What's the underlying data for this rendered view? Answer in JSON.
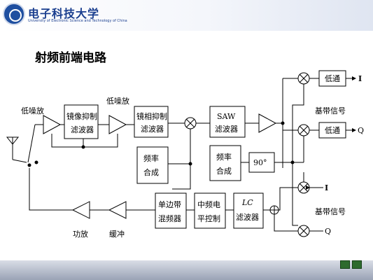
{
  "header": {
    "university_cn": "电子科技大学",
    "university_en": "University of Electronic Science and Technology of China"
  },
  "title": "射频前端电路",
  "blocks": {
    "low_noise_amp_1": "低噪放",
    "image_reject_filter": [
      "镜像抑制",
      "滤波器"
    ],
    "low_noise_amp_2": "低噪放",
    "image_reject_filter_2": [
      "镜相抑制",
      "滤波器"
    ],
    "saw_filter": [
      "SAW",
      "滤波器"
    ],
    "freq_synth_1": [
      "频率",
      "合成"
    ],
    "freq_synth_2": [
      "频率",
      "合成"
    ],
    "phase_90": "90°",
    "lowpass_i": "低通",
    "lowpass_q": "低通",
    "out_i": "I",
    "out_q": "Q",
    "baseband_top": "基带信号",
    "baseband_bottom": "基带信号",
    "in_i": "I",
    "in_q": "Q",
    "ssb_mixer": [
      "单边带",
      "混频器"
    ],
    "if_power_ctrl": [
      "中频电",
      "平控制"
    ],
    "lc_filter": [
      "LC",
      "滤波器"
    ],
    "power_amp": "功放",
    "buffer": "缓冲"
  },
  "nav": {
    "home_icon": "home-icon",
    "next_icon": "next-arrow-icon"
  }
}
